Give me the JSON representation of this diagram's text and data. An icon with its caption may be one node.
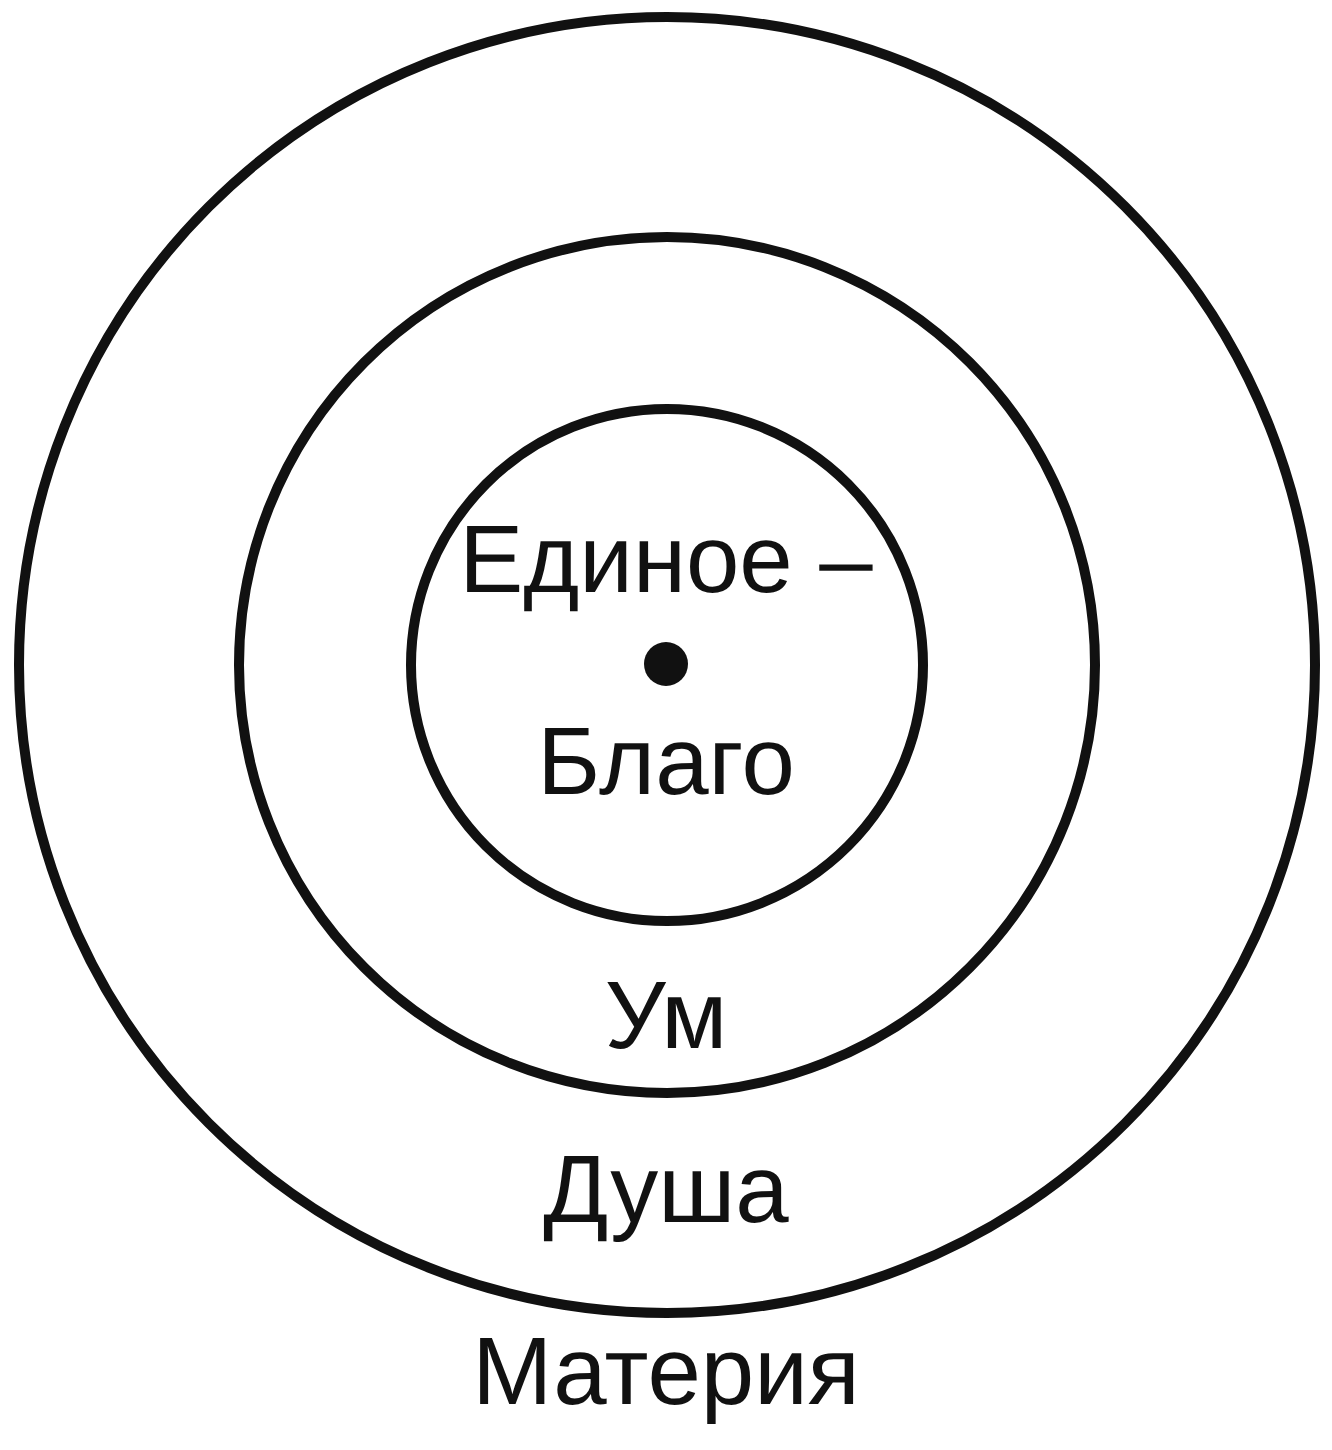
{
  "diagram": {
    "nodes": [
      {
        "text": [
          "Душа"
        ]
      },
      {
        "text": [
          "Ум"
        ],
        "in": 0
      },
      {
        "text": [
          "Единое –",
          "Благо"
        ],
        "in": 1
      }
    ],
    "labels": [
      "Материя"
    ]
  }
}
